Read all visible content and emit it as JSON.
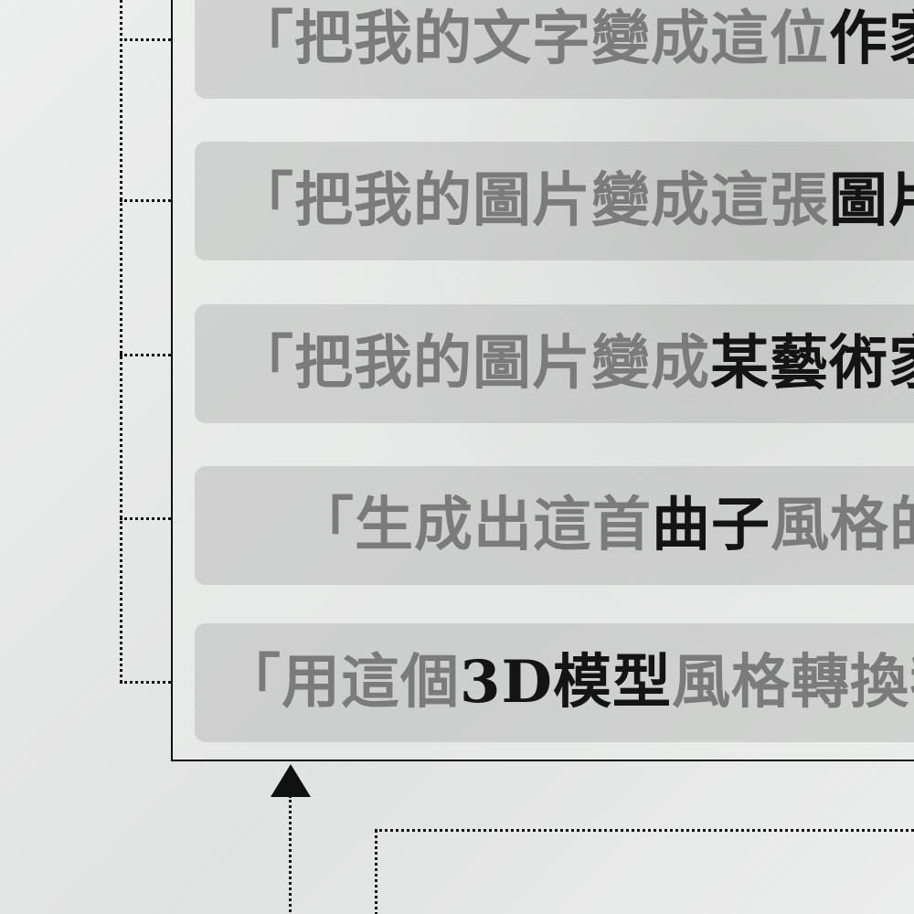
{
  "rows": [
    {
      "dim_text": "「把我的文字變成這位",
      "strong_text": "作家",
      "tail_text": ""
    },
    {
      "dim_text": "「把我的圖片變成這張",
      "strong_text": "圖片",
      "tail_text": ""
    },
    {
      "dim_text": "「把我的圖片變成",
      "strong_text": "某藝術家",
      "tail_text": ""
    },
    {
      "dim_text": "「生成出這首",
      "strong_text": "曲子",
      "tail_text": "風格的"
    },
    {
      "dim_text": "「用這個",
      "strong_text": "3D模型",
      "tail_text": "風格轉換我"
    }
  ]
}
